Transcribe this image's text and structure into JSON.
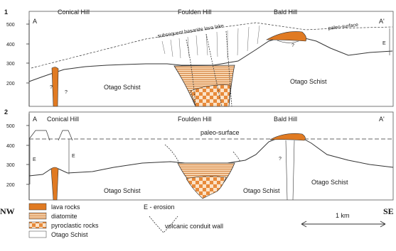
{
  "colors": {
    "lava": "#e07a22",
    "diatomite_fill": "#f3c79a",
    "diatomite_line": "#d27d3a",
    "pyroclastic_a": "#e88a3a",
    "pyroclastic_b": "#fbe3c8",
    "outline": "#333333",
    "schist": "#ffffff"
  },
  "panel1": {
    "number": "1",
    "end_left": "A",
    "end_right": "A'",
    "hills": [
      "Conical Hill",
      "Foulden Hill",
      "Bald Hill"
    ],
    "ticks": [
      "500",
      "400",
      "300",
      "200"
    ],
    "annotation_lake": "subsequent basanite lava lake",
    "annotation_surface": "paleo-surface",
    "schist_label_1": "Otago Schist",
    "schist_label_2": "Otago Schist",
    "erosion_mark": "E",
    "question_marks": [
      "?",
      "?",
      "?"
    ]
  },
  "panel2": {
    "number": "2",
    "end_left": "A",
    "end_right": "A'",
    "hills": [
      "Conical Hill",
      "Foulden Hill",
      "Bald Hill"
    ],
    "ticks": [
      "500",
      "400",
      "300",
      "200"
    ],
    "annotation_surface": "paleo-surface",
    "schist_labels": [
      "Otago Schist",
      "Otago Schist",
      "Otago Schist"
    ],
    "erosion_marks": [
      "E",
      "E"
    ],
    "question_mark": "?"
  },
  "legend": {
    "nw": "NW",
    "se": "SE",
    "items": [
      {
        "key": "lava",
        "label": "lava rocks"
      },
      {
        "key": "diatomite",
        "label": "diatomite"
      },
      {
        "key": "pyroclastic",
        "label": "pyroclastic rocks"
      },
      {
        "key": "schist",
        "label": "Otago Schist"
      }
    ],
    "erosion": "E - erosion",
    "conduit": "volcanic conduit wall",
    "scale": "1 km"
  }
}
